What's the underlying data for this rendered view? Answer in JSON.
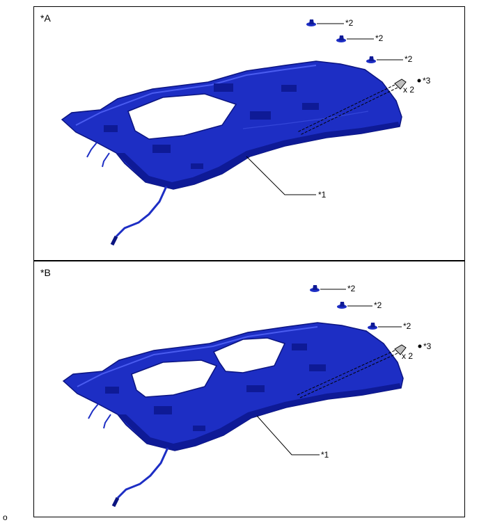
{
  "panels": [
    {
      "label": "*A",
      "callouts": {
        "headliner": "*1",
        "clip": "*2",
        "fastener": "*3",
        "fastener_qty": "x 2"
      },
      "sunroof_openings": 1
    },
    {
      "label": "*B",
      "callouts": {
        "headliner": "*1",
        "clip": "*2",
        "fastener": "*3",
        "fastener_qty": "x 2"
      },
      "sunroof_openings": 2
    }
  ],
  "footer_mark": "o",
  "colors": {
    "headliner": "#1d2ec4",
    "headliner_dark": "#0b1480",
    "headliner_light": "#4a5cf0",
    "line": "#000000"
  }
}
